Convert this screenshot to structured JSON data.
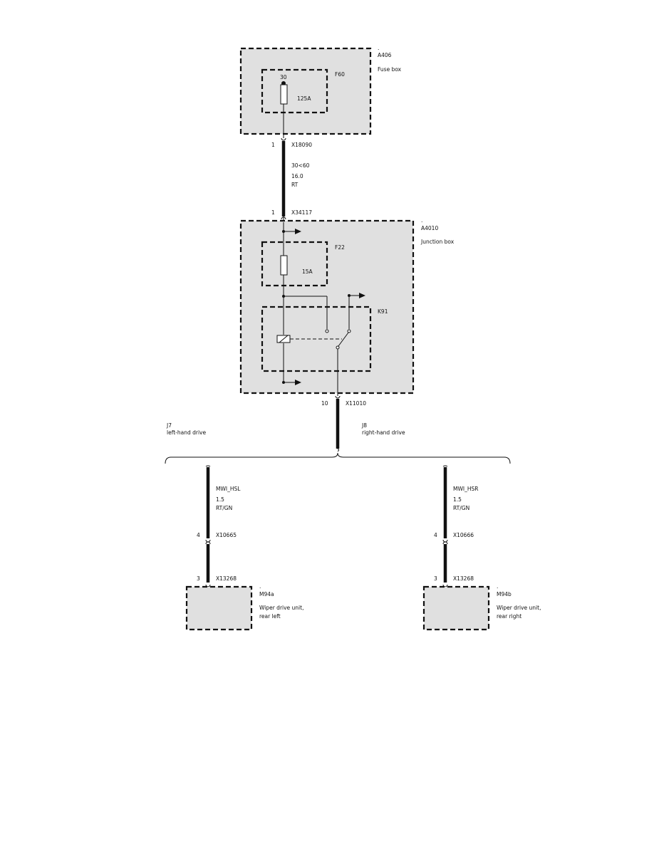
{
  "fuse_box": {
    "marker": ".",
    "id": "A406",
    "name": "Fuse box",
    "fuse": {
      "id": "F60",
      "terminal": "30",
      "rating": "125A"
    }
  },
  "wire_main": {
    "pin_top": "1",
    "connector_top": "X18090",
    "signal": "30<60",
    "cross_section": "16.0",
    "color": "RT",
    "pin_bottom": "1",
    "connector_bottom": "X34117"
  },
  "junction_box": {
    "marker": ".",
    "id": "A4010",
    "name": "Junction box",
    "fuse": {
      "id": "F22",
      "rating": "15A"
    },
    "relay": {
      "id": "K91"
    }
  },
  "wire_out": {
    "pin": "10",
    "connector": "X11010"
  },
  "branches": {
    "left": {
      "id": "J7",
      "label": "left-hand drive"
    },
    "right": {
      "id": "J8",
      "label": "right-hand drive"
    }
  },
  "wipers": {
    "left": {
      "signal": "MWI_HSL",
      "cross_section": "1.5",
      "color": "RT/GN",
      "pin1": "4",
      "connector1": "X10665",
      "pin2": "3",
      "connector2": "X13268",
      "marker": ".",
      "id": "M94a",
      "name_line1": "Wiper drive unit,",
      "name_line2": "rear left"
    },
    "right": {
      "signal": "MWI_HSR",
      "cross_section": "1.5",
      "color": "RT/GN",
      "pin1": "4",
      "connector1": "X10666",
      "pin2": "3",
      "connector2": "X13268",
      "marker": ".",
      "id": "M94b",
      "name_line1": "Wiper drive unit,",
      "name_line2": "rear right"
    }
  }
}
